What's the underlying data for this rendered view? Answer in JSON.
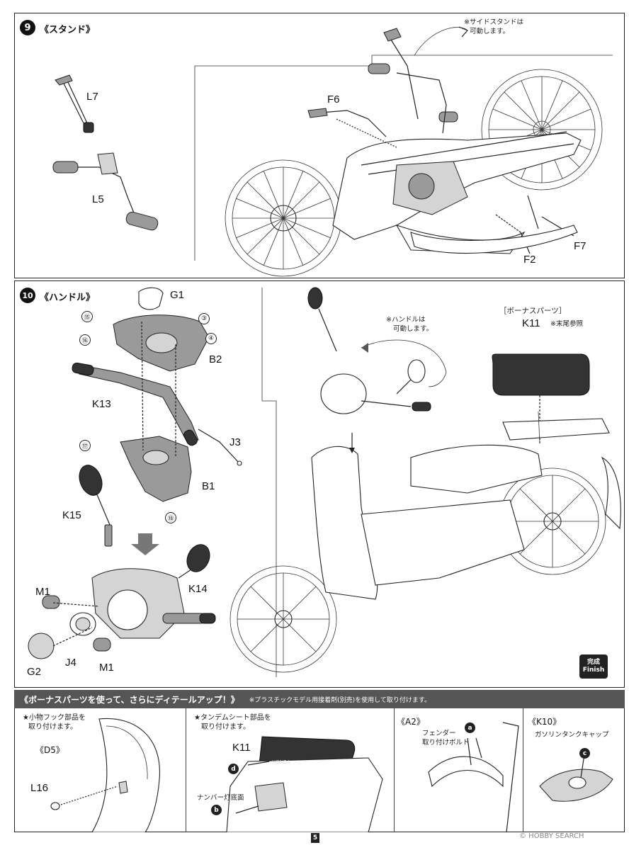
{
  "step9": {
    "number": "9",
    "title": "《スタンド》",
    "note_line1": "※サイドスタンドは",
    "note_line2": "可動します。"
  },
  "step9_labels": {
    "l7": "L7",
    "l5": "L5",
    "f6": "F6",
    "f7": "F7",
    "f2": "F2"
  },
  "step10": {
    "number": "10",
    "title": "《ハンドル》",
    "note_line1": "※ハンドルは",
    "note_line2": "可動します。"
  },
  "step10_labels": {
    "g1": "G1",
    "b2": "B2",
    "k13": "K13",
    "j3": "J3",
    "b1": "B1",
    "k15": "K15",
    "k14": "K14",
    "m1a": "M1",
    "m1b": "M1",
    "j4": "J4",
    "g2": "G2"
  },
  "step10_nums": {
    "n15": "⑮",
    "n16": "⑯",
    "n3": "③",
    "n4": "④",
    "n17": "⑰",
    "n18": "⑱"
  },
  "bonus_box": {
    "heading": "［ボーナスパーツ］",
    "part": "K11",
    "note": "※末尾参照"
  },
  "finish": {
    "jp": "完成",
    "en": "Finish"
  },
  "banner": {
    "heading": "《ボーナスパーツを使って、さらにディテールアップ！》",
    "note": "※プラスチックモデル用接着剤(別売)を使用して取り付けます。"
  },
  "panel1": {
    "line1": "★小物フック部品を",
    "line2": "取り付けます。",
    "sub": "《D5》",
    "part": "L16"
  },
  "panel2": {
    "line1": "★タンデムシート部品を",
    "line2": "取り付けます。",
    "part": "K11",
    "mark_d": "d",
    "lamp": "ナンバー灯底面",
    "mark_b": "b",
    "badge": "HONDA"
  },
  "panel3": {
    "sub": "《A2》",
    "line1": "フェンダー",
    "line2": "取り付けボルト",
    "mark_a": "a"
  },
  "panel4": {
    "sub": "《K10》",
    "line1": "ガソリンタンクキャップ",
    "mark_c": "c"
  },
  "page": {
    "number": "5"
  },
  "watermark": {
    "text": "© HOBBY SEARCH"
  }
}
